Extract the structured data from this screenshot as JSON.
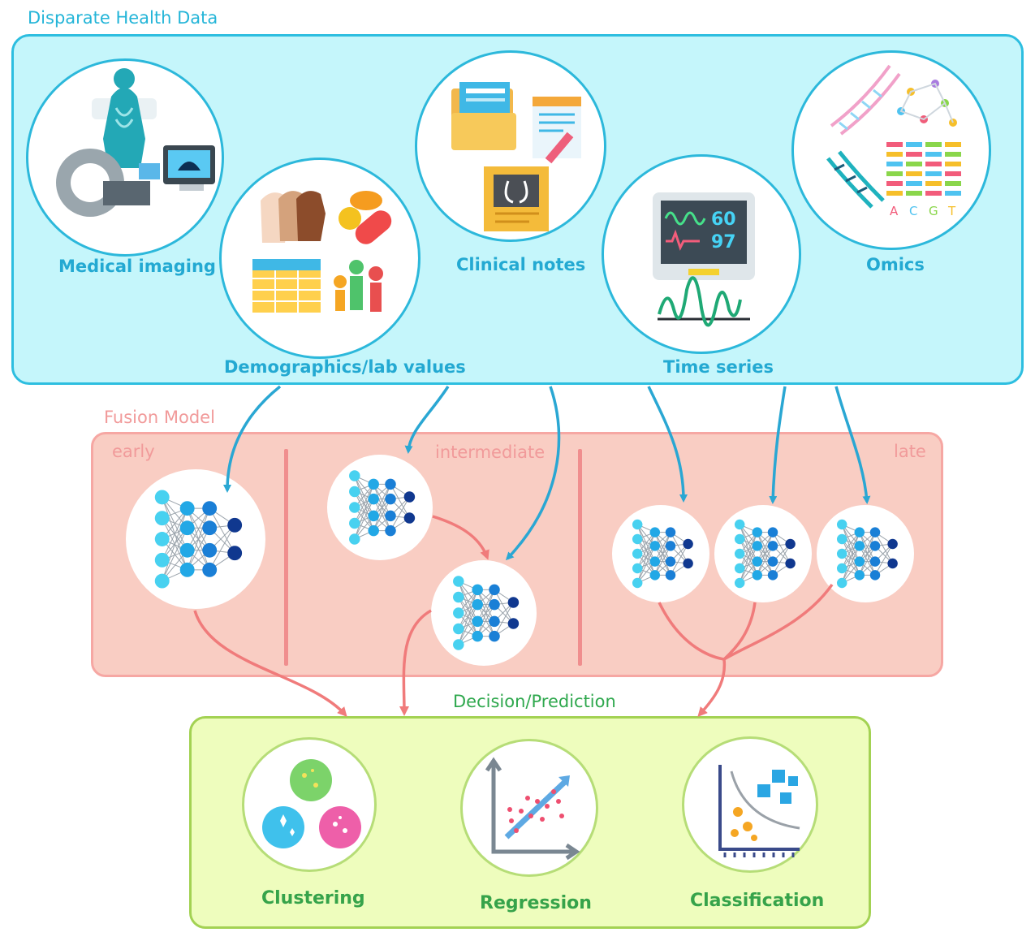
{
  "sections": {
    "input": "Disparate Health Data",
    "fusion": "Fusion Model",
    "output": "Decision/Prediction"
  },
  "modalities": [
    {
      "label": "Medical imaging",
      "icon": "medical-imaging-icon"
    },
    {
      "label": "Demographics/lab values",
      "icon": "demographics-icon"
    },
    {
      "label": "Clinical notes",
      "icon": "clinical-notes-icon"
    },
    {
      "label": "Time series",
      "icon": "time-series-icon"
    },
    {
      "label": "Omics",
      "icon": "omics-icon"
    }
  ],
  "monitor": {
    "value1": "60",
    "value2": "97"
  },
  "dna_bases": [
    "A",
    "C",
    "G",
    "T"
  ],
  "fusion_types": {
    "early": "early",
    "intermediate": "intermediate",
    "late": "late"
  },
  "outputs": [
    {
      "label": "Clustering",
      "icon": "clustering-icon"
    },
    {
      "label": "Regression",
      "icon": "regression-icon"
    },
    {
      "label": "Classification",
      "icon": "classification-icon"
    }
  ],
  "colors": {
    "input_panel": "#c5f6fb",
    "input_border": "#2dbee0",
    "fusion_panel": "#f9cdc3",
    "fusion_border": "#f6a7a3",
    "output_panel": "#eefdbd",
    "output_border": "#a3d253",
    "blue_arrow": "#2aa7d3",
    "red_arrow": "#f07b7b"
  }
}
